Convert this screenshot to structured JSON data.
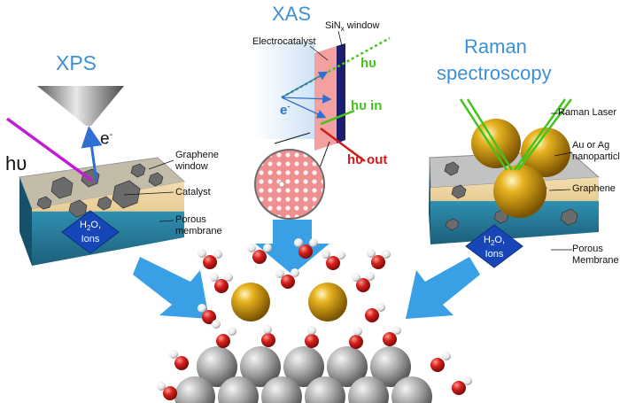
{
  "titles": {
    "xps": "XPS",
    "xas": "XAS",
    "raman_line1": "Raman",
    "raman_line2": "spectroscopy"
  },
  "xps": {
    "photon_label": "hυ",
    "electron_label": "e",
    "electron_sup": "-",
    "graphene_window_line1": "Graphene",
    "graphene_window_line2": "window",
    "catalyst": "Catalyst",
    "porous_membrane_line1": "Porous",
    "porous_membrane_line2": "membrane",
    "h2o_h": "H",
    "h2o_sub": "2",
    "h2o_o": "O,",
    "ions": "Ions"
  },
  "xas": {
    "sinx_prefix": "SiN",
    "sinx_sub": "x",
    "sinx_suffix": " window",
    "electrocatalyst": "Electrocatalyst",
    "photon": "hυ",
    "electron": "e",
    "electron_sup": "-",
    "photon_in": "hυ in",
    "photon_out": "hυ out"
  },
  "raman": {
    "laser": "Raman Laser",
    "nanoparticles_line1": "Au or Ag",
    "nanoparticles_line2": "nanoparticles",
    "graphene": "Graphene",
    "porous_membrane_line1": "Porous",
    "porous_membrane_line2": "Membrane",
    "h2o_h": "H",
    "h2o_sub": "2",
    "h2o_o": "O,",
    "ions": "Ions"
  },
  "colors": {
    "title_blue": "#3d8fd6",
    "arrow_blue": "#3aa0e6",
    "photon_green": "#44c41a",
    "photon_out_red": "#d11a1a",
    "electron_blue": "#2f6fd1",
    "laser_magenta": "#c21bd6",
    "gold": "#c9930f",
    "oxygen_red": "#d6211d",
    "platinum_grey": "#8e8e8e"
  }
}
